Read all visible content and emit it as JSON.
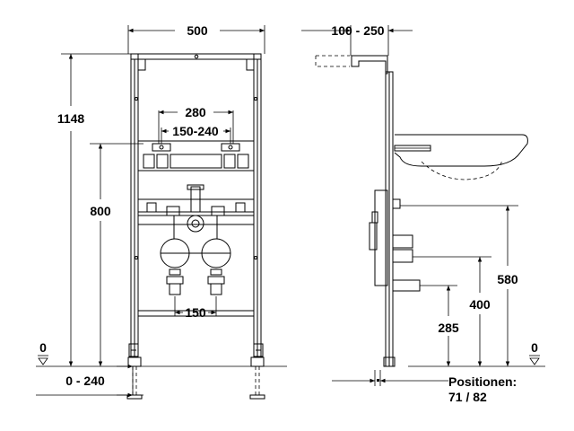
{
  "front_view": {
    "width_label": "500",
    "height_total_label": "1148",
    "inner_height_label": "800",
    "hole_spacing_outer_label": "280",
    "hole_spacing_inner_label": "150-240",
    "bottom_fittings_label": "150",
    "foot_range_label": "0 - 240",
    "zero_label": "0"
  },
  "side_view": {
    "depth_label": "100 - 250",
    "height_580_label": "580",
    "height_400_label": "400",
    "height_285_label": "285",
    "zero_label": "0",
    "positions_label": "Positionen:",
    "positions_value": "71 / 82"
  }
}
